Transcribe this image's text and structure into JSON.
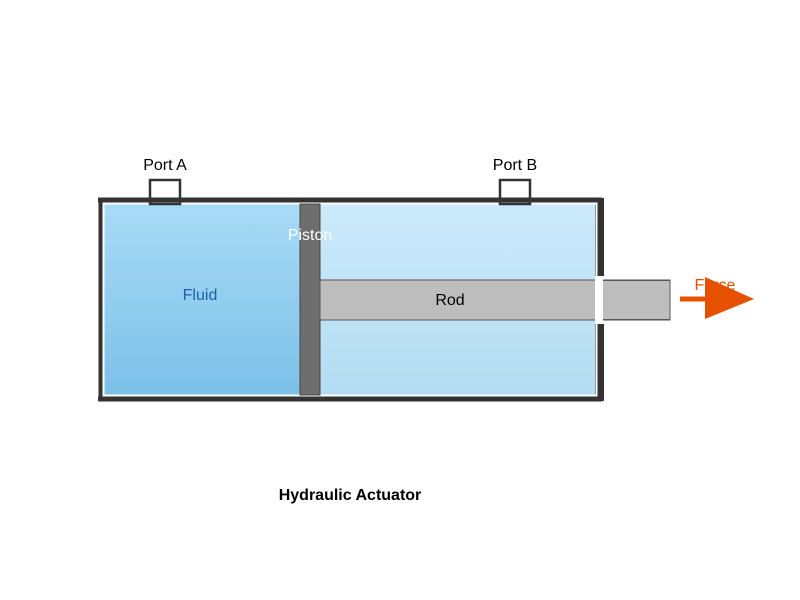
{
  "title": "Hydraulic Actuator",
  "labels": {
    "port_a": "Port A",
    "port_b": "Port B",
    "piston": "Piston",
    "fluid": "Fluid",
    "rod": "Rod",
    "force": "Force"
  },
  "colors": {
    "cylinder_wall": "#333333",
    "fluid_top": "#a8dbf6",
    "fluid_bottom": "#7cc0e8",
    "chamber_top": "#cbeafb",
    "chamber_bottom": "#b4dcf2",
    "piston": "#6e6e6e",
    "rod": "#bdbdbd",
    "force_arrow": "#e65100",
    "fluid_label": "#1f5fa8",
    "piston_label": "#ffffff"
  },
  "icons": {
    "force": "arrow-right-icon"
  }
}
